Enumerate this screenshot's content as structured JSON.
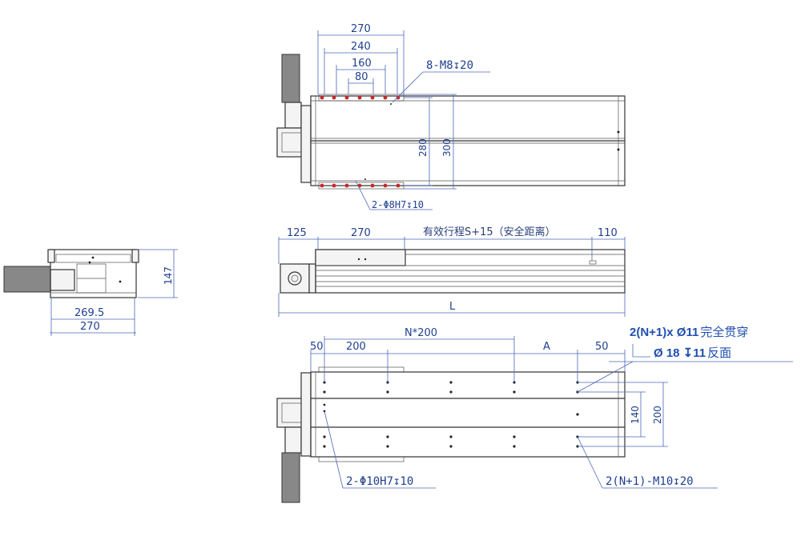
{
  "top_view": {
    "dim_270": "270",
    "dim_240": "240",
    "dim_160": "160",
    "dim_80": "80",
    "dim_280": "280",
    "dim_300": "300",
    "callout_mounting": "8-M8↧20",
    "callout_pins": "2-Φ8H7↧10"
  },
  "side_view": {
    "dim_125": "125",
    "dim_270": "270",
    "stroke_label": "有效行程S+15（安全距离）",
    "dim_110": "110",
    "dim_L": "L"
  },
  "end_view": {
    "dim_147": "147",
    "dim_269_5": "269.5",
    "dim_270": "270"
  },
  "bottom_view": {
    "dim_n200": "N*200",
    "dim_50_left": "50",
    "dim_200": "200",
    "dim_A": "A",
    "dim_50_right": "50",
    "dim_140": "140",
    "dim_200_v": "200",
    "callout_through_bold": "2(N+1)x Ø11",
    "callout_through_zh": "完全贯穿",
    "callout_counterbore_bold": "Ø 18 ↧11",
    "callout_counterbore_zh": "反面",
    "callout_pins": "2-Φ10H7↧10",
    "callout_tapped": "2(N+1)-M10↧20"
  },
  "colors": {
    "dimension_blue": "#1f3f8f",
    "outline": "#333333",
    "mounting_hole_red": "#c62828"
  }
}
